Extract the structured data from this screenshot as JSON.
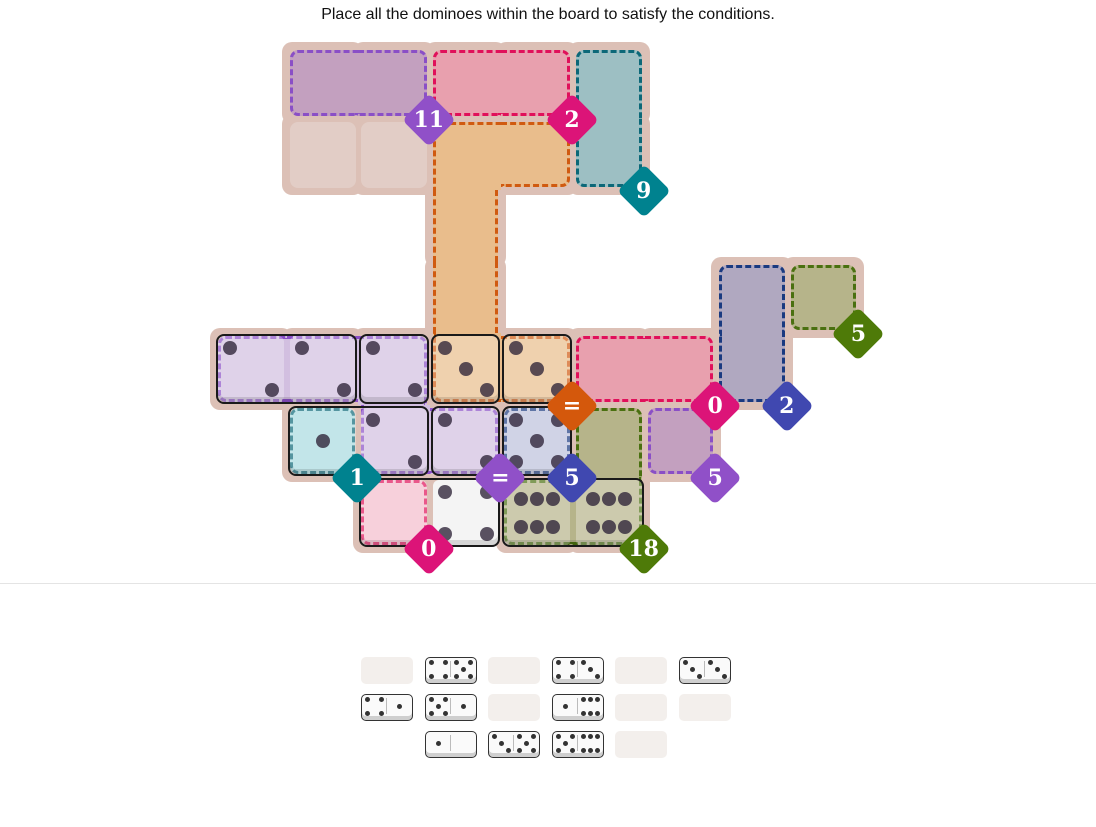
{
  "instruction": "Place all the dominoes within the board to satisfy the conditions.",
  "board": {
    "rows": 7,
    "cols": 9,
    "board_color": "#dcc0b6",
    "plain_cells": [
      [
        1,
        1
      ],
      [
        1,
        2
      ]
    ],
    "regions": [
      {
        "id": "purple-sum-11",
        "label": "11",
        "fill": "#c3a0bf",
        "border": "#8a4fc6",
        "badge": "#9050c8",
        "cells": [
          [
            0,
            1
          ],
          [
            0,
            2
          ]
        ],
        "label_cell": [
          0,
          2
        ]
      },
      {
        "id": "pink-sum-2",
        "label": "2",
        "fill": "#e8a0ae",
        "border": "#e0105a",
        "badge": "#dc1478",
        "cells": [
          [
            0,
            3
          ],
          [
            0,
            4
          ]
        ],
        "label_cell": [
          0,
          4
        ]
      },
      {
        "id": "teal-sum-9",
        "label": "9",
        "fill": "#9dbfc3",
        "border": "#0c6878",
        "badge": "#00828f",
        "cells": [
          [
            0,
            5
          ],
          [
            1,
            5
          ]
        ],
        "label_cell": [
          1,
          5
        ]
      },
      {
        "id": "orange-equal",
        "label": "=",
        "fill": "#e9bd8c",
        "border": "#d05a10",
        "badge": "#d4580c",
        "cells": [
          [
            1,
            3
          ],
          [
            1,
            4
          ],
          [
            2,
            3
          ],
          [
            3,
            3
          ],
          [
            4,
            3
          ],
          [
            4,
            4
          ]
        ],
        "label_cell": [
          4,
          4
        ]
      },
      {
        "id": "navy-sum-2",
        "label": "2",
        "fill": "#b0a8c0",
        "border": "#1a3a80",
        "badge": "#4048b0",
        "cells": [
          [
            3,
            7
          ],
          [
            4,
            7
          ]
        ],
        "label_cell": [
          4,
          7
        ]
      },
      {
        "id": "olive-sum-5",
        "label": "5",
        "fill": "#b6b48a",
        "border": "#4a7010",
        "badge": "#4e7a08",
        "cells": [
          [
            3,
            8
          ]
        ],
        "label_cell": [
          3,
          8
        ]
      },
      {
        "id": "purple-equal",
        "label": "=",
        "fill": "#d2bfe0",
        "border": "#8a4fc6",
        "badge": "#9050c8",
        "cells": [
          [
            4,
            0
          ],
          [
            4,
            1
          ],
          [
            4,
            2
          ],
          [
            5,
            2
          ],
          [
            5,
            3
          ]
        ],
        "label_cell": [
          5,
          3
        ]
      },
      {
        "id": "pink-sum-0",
        "label": "0",
        "fill": "#e8a0ae",
        "border": "#e0105a",
        "badge": "#dc1478",
        "cells": [
          [
            4,
            5
          ],
          [
            4,
            6
          ]
        ],
        "label_cell": [
          4,
          6
        ]
      },
      {
        "id": "teal-sum-1",
        "label": "1",
        "fill": "#a8dae0",
        "border": "#0c6878",
        "badge": "#00828f",
        "cells": [
          [
            5,
            1
          ]
        ],
        "label_cell": [
          5,
          1
        ]
      },
      {
        "id": "blue-sum-5",
        "label": "5",
        "fill": "#bcc0dc",
        "border": "#1a3a80",
        "badge": "#4048b0",
        "cells": [
          [
            5,
            4
          ]
        ],
        "label_cell": [
          5,
          4
        ]
      },
      {
        "id": "olive-sum-18",
        "label": "18",
        "fill": "#b6b48a",
        "border": "#4a7010",
        "badge": "#4e7a08",
        "cells": [
          [
            5,
            5
          ],
          [
            6,
            4
          ],
          [
            6,
            5
          ]
        ],
        "label_cell": [
          6,
          5
        ]
      },
      {
        "id": "purple-sum-5",
        "label": "5",
        "fill": "#c3a0bf",
        "border": "#8a4fc6",
        "badge": "#9050c8",
        "cells": [
          [
            5,
            6
          ]
        ],
        "label_cell": [
          5,
          6
        ]
      },
      {
        "id": "pink-sum-0-b",
        "label": "0",
        "fill": "#f4bccc",
        "border": "#e0105a",
        "badge": "#dc1478",
        "cells": [
          [
            6,
            2
          ]
        ],
        "label_cell": [
          6,
          2
        ]
      }
    ],
    "placed_cells": [
      {
        "cell": [
          4,
          0
        ],
        "pips": 2
      },
      {
        "cell": [
          4,
          1
        ],
        "pips": 2
      },
      {
        "cell": [
          4,
          2
        ],
        "pips": 2
      },
      {
        "cell": [
          4,
          3
        ],
        "pips": 3
      },
      {
        "cell": [
          4,
          4
        ],
        "pips": 3
      },
      {
        "cell": [
          5,
          1
        ],
        "pips": 1
      },
      {
        "cell": [
          5,
          2
        ],
        "pips": 2
      },
      {
        "cell": [
          5,
          3
        ],
        "pips": 2
      },
      {
        "cell": [
          5,
          4
        ],
        "pips": 5
      },
      {
        "cell": [
          6,
          2
        ],
        "pips": 0
      },
      {
        "cell": [
          6,
          3
        ],
        "pips": 4
      },
      {
        "cell": [
          6,
          4
        ],
        "pips": 6
      },
      {
        "cell": [
          6,
          5
        ],
        "pips": 6
      }
    ],
    "piece_outlines": [
      [
        [
          4,
          0
        ],
        [
          4,
          1
        ]
      ],
      [
        [
          4,
          2
        ]
      ],
      [
        [
          4,
          3
        ]
      ],
      [
        [
          4,
          4
        ]
      ],
      [
        [
          5,
          1
        ],
        [
          5,
          2
        ]
      ],
      [
        [
          5,
          3
        ]
      ],
      [
        [
          5,
          4
        ]
      ],
      [
        [
          6,
          2
        ],
        [
          6,
          3
        ]
      ],
      [
        [
          6,
          4
        ],
        [
          6,
          5
        ]
      ]
    ]
  },
  "tray": [
    [
      null,
      [
        4,
        5
      ],
      null,
      [
        4,
        3
      ],
      null,
      [
        3,
        3
      ]
    ],
    [
      [
        4,
        1
      ],
      [
        5,
        1
      ],
      null,
      [
        1,
        6
      ],
      null,
      null
    ],
    [
      null,
      [
        1,
        0
      ],
      [
        3,
        5
      ],
      [
        5,
        6
      ],
      null
    ]
  ]
}
